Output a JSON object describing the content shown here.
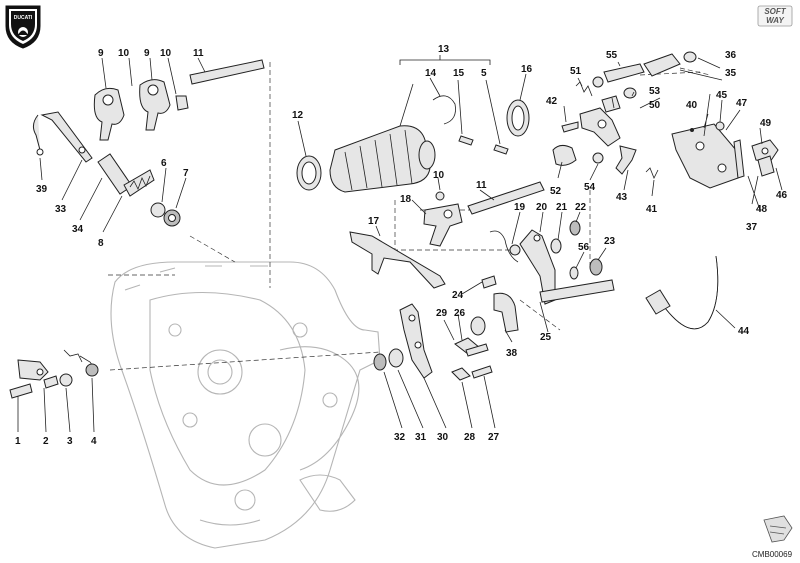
{
  "brand": {
    "logo_text": "DUCATI",
    "soft_way_top": "SOFT",
    "soft_way_bottom": "WAY"
  },
  "footer": {
    "drawing_code": "CMB00069"
  },
  "callouts": [
    "1",
    "2",
    "3",
    "4",
    "5",
    "6",
    "7",
    "8",
    "9",
    "9",
    "10",
    "10",
    "10",
    "11",
    "11",
    "12",
    "13",
    "14",
    "15",
    "16",
    "17",
    "18",
    "19",
    "20",
    "21",
    "22",
    "23",
    "24",
    "25",
    "26",
    "27",
    "28",
    "29",
    "30",
    "31",
    "32",
    "33",
    "34",
    "35",
    "36",
    "37",
    "38",
    "39",
    "40",
    "41",
    "42",
    "43",
    "44",
    "45",
    "46",
    "47",
    "48",
    "49",
    "50",
    "51",
    "52",
    "53",
    "54",
    "55",
    "56"
  ],
  "colors": {
    "ink": "#222222",
    "ghost": "#b5b5b5",
    "fill": "#e6e6e6"
  }
}
